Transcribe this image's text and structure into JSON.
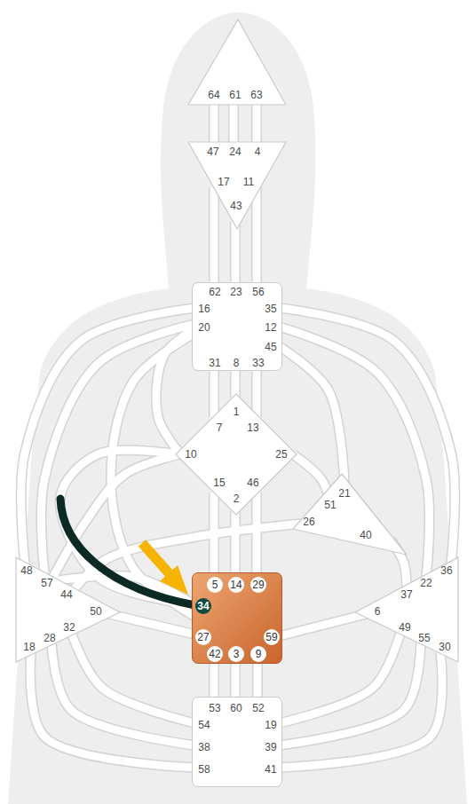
{
  "diagram": {
    "nodes": [
      {
        "text": [
          "64",
          "61",
          "63"
        ]
      },
      {
        "text": [
          "47",
          "24",
          "4",
          "17",
          "11",
          "43"
        ]
      },
      {
        "text": [
          "62",
          "23",
          "56",
          "16",
          "35",
          "20",
          "12",
          "45",
          "31",
          "8",
          "33"
        ]
      },
      {
        "text": [
          "1",
          "7",
          "13",
          "10",
          "25",
          "15",
          "46",
          "2"
        ]
      },
      {
        "text": [
          "21",
          "51",
          "26",
          "40"
        ]
      },
      {
        "text": [
          "48",
          "57",
          "44",
          "50",
          "32",
          "28",
          "18"
        ]
      },
      {
        "text": [
          "5",
          "14",
          "29",
          "34",
          "27",
          "59",
          "42",
          "3",
          "9"
        ]
      },
      {
        "text": [
          "36",
          "22",
          "37",
          "6",
          "49",
          "55",
          "30"
        ]
      },
      {
        "text": [
          "53",
          "60",
          "52",
          "54",
          "19",
          "38",
          "39",
          "58",
          "41"
        ]
      }
    ],
    "edges": [
      {
        "from": 0,
        "to": 1,
        "arrow": "none"
      },
      {
        "from": 0,
        "to": 1,
        "arrow": "none"
      },
      {
        "from": 0,
        "to": 1,
        "arrow": "none"
      },
      {
        "from": 1,
        "to": 2,
        "arrow": "none"
      },
      {
        "from": 1,
        "to": 2,
        "arrow": "none"
      },
      {
        "from": 1,
        "to": 2,
        "arrow": "none"
      },
      {
        "from": 2,
        "to": 3,
        "arrow": "none"
      },
      {
        "from": 2,
        "to": 3,
        "arrow": "none"
      },
      {
        "from": 2,
        "to": 3,
        "arrow": "none"
      },
      {
        "from": 2,
        "to": 3,
        "arrow": "none"
      },
      {
        "from": 2,
        "to": 6,
        "arrow": "none"
      },
      {
        "from": 2,
        "to": 5,
        "arrow": "none"
      },
      {
        "from": 2,
        "to": 5,
        "arrow": "none"
      },
      {
        "from": 2,
        "to": 4,
        "arrow": "none"
      },
      {
        "from": 2,
        "to": 7,
        "arrow": "none"
      },
      {
        "from": 2,
        "to": 7,
        "arrow": "none"
      },
      {
        "from": 3,
        "to": 4,
        "arrow": "none"
      },
      {
        "from": 3,
        "to": 6,
        "arrow": "none"
      },
      {
        "from": 3,
        "to": 6,
        "arrow": "none"
      },
      {
        "from": 3,
        "to": 6,
        "arrow": "none"
      },
      {
        "from": 3,
        "to": 6,
        "arrow": "none"
      },
      {
        "from": 3,
        "to": 5,
        "arrow": "none"
      },
      {
        "from": 4,
        "to": 5,
        "arrow": "none"
      },
      {
        "from": 4,
        "to": 7,
        "arrow": "none"
      },
      {
        "from": 6,
        "to": 5,
        "arrow": "none"
      },
      {
        "from": 6,
        "to": 5,
        "arrow": "none"
      },
      {
        "from": 6,
        "to": 7,
        "arrow": "none"
      },
      {
        "from": 6,
        "to": 8,
        "arrow": "none"
      },
      {
        "from": 6,
        "to": 8,
        "arrow": "none"
      },
      {
        "from": 6,
        "to": 8,
        "arrow": "none"
      },
      {
        "from": 5,
        "to": 8,
        "arrow": "none"
      },
      {
        "from": 5,
        "to": 8,
        "arrow": "none"
      },
      {
        "from": 5,
        "to": 8,
        "arrow": "none"
      },
      {
        "from": 7,
        "to": 8,
        "arrow": "none"
      },
      {
        "from": 7,
        "to": 8,
        "arrow": "none"
      },
      {
        "from": 7,
        "to": 8,
        "arrow": "none"
      }
    ]
  }
}
